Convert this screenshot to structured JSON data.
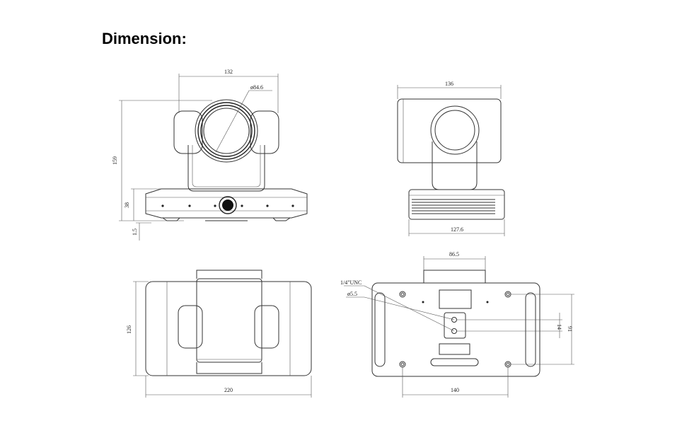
{
  "title": "Dimension:",
  "front_view": {
    "width_label": "132",
    "diameter_label": "ø84.6",
    "height_label": "159",
    "base_height_label": "38",
    "offset_label": "1.5"
  },
  "side_view": {
    "depth_label": "136",
    "base_depth_label": "127.6"
  },
  "top_view": {
    "depth_label": "126",
    "width_label": "220"
  },
  "bottom_view": {
    "top_label": "86.5",
    "thread_label": "1/4\"UNC",
    "hole_label": "ø5.5",
    "spacing_label": "14",
    "vertical_label": "91",
    "bottom_label": "140"
  },
  "colors": {
    "ink": "#222222",
    "background": "#ffffff"
  }
}
